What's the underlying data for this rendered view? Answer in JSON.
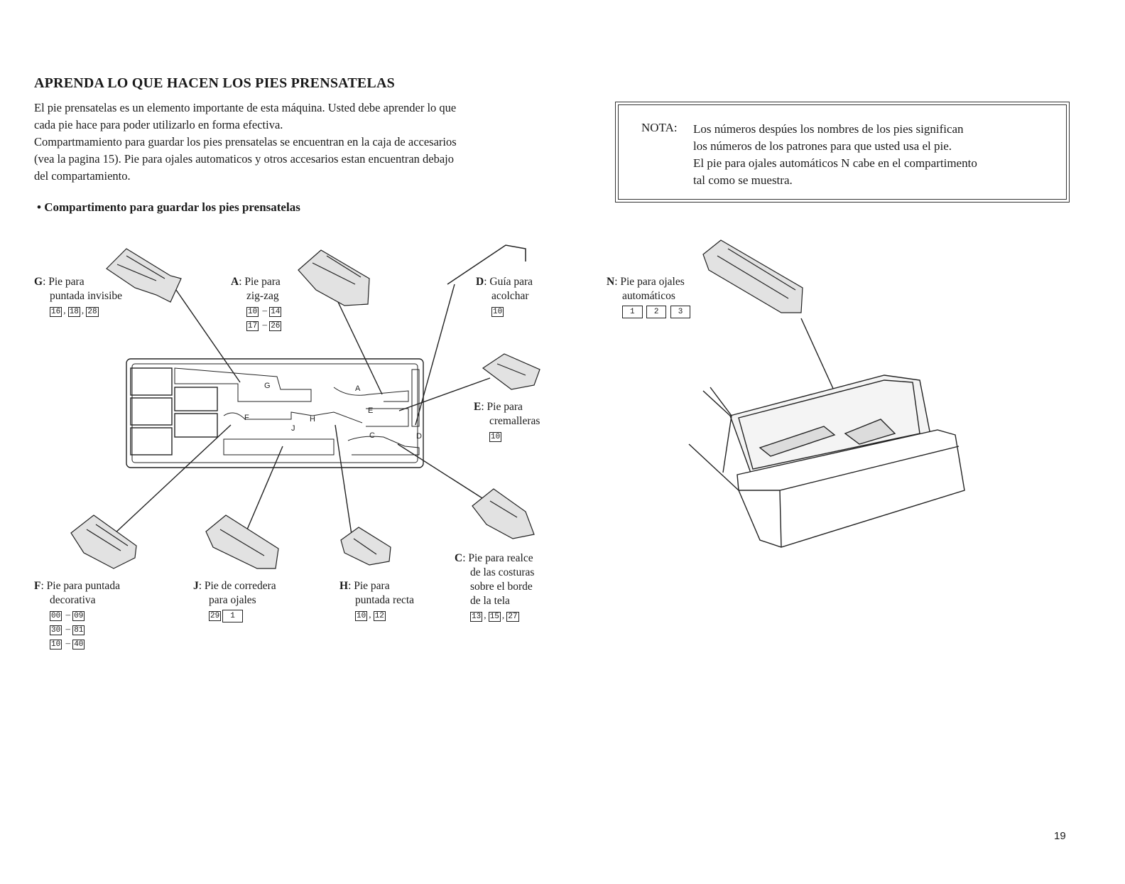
{
  "heading": "APRENDA LO QUE HACEN LOS PIES PRENSATELAS",
  "intro": {
    "line1": "El pie prensatelas es un elemento importante de esta máquina. Usted debe aprender lo que",
    "line2": "cada pie hace para poder utilizarlo en forma efectiva.",
    "line3": "Compartmamiento para guardar los pies prensatelas se encuentran en la caja de accesarios",
    "line4": "(vea la pagina 15). Pie para ojales automaticos y otros accesarios estan encuentran debajo",
    "line5": "del compartamiento."
  },
  "bullet": "• Compartimento para guardar los pies prensatelas",
  "note": {
    "label": "NOTA:",
    "line1": "Los números despúes los nombres  de  los  pies  significan",
    "line2": "los números de los patrones para que usted usa el pie.",
    "line3": "El pie para ojales automáticos N cabe en el compartimento",
    "line4": "tal como se muestra."
  },
  "feet": {
    "G": {
      "letter": "G",
      "l1": ": Pie para",
      "l2": "puntada invisibe",
      "n1": "16",
      "n2": "18",
      "n3": "28"
    },
    "A": {
      "letter": "A",
      "l1": ": Pie para",
      "l2": "zig-zag",
      "r1a": "10",
      "r1b": "14",
      "r2a": "17",
      "r2b": "26"
    },
    "D": {
      "letter": "D",
      "l1": ": Guía para",
      "l2": "acolchar",
      "n1": "10"
    },
    "E": {
      "letter": "E",
      "l1": ": Pie para",
      "l2": "cremalleras",
      "n1": "10"
    },
    "C": {
      "letter": "C",
      "l1": ": Pie para realce",
      "l2": "de las costuras",
      "l3": "sobre el borde",
      "l4": "de la tela",
      "n1": "13",
      "n2": "15",
      "n3": "27"
    },
    "F": {
      "letter": "F",
      "l1": ": Pie para puntada",
      "l2": "decorativa",
      "r1a": "00",
      "r1b": "09",
      "r2a": "30",
      "r2b": "81",
      "r3a": "10",
      "r3b": "40"
    },
    "J": {
      "letter": "J",
      "l1": ":  Pie de corredera",
      "l2": "para ojales",
      "n1": "29",
      "n2": "1"
    },
    "H": {
      "letter": "H",
      "l1": ": Pie para",
      "l2": "puntada recta",
      "n1": "10",
      "n2": "12"
    },
    "N": {
      "letter": "N",
      "l1": ": Pie para ojales",
      "l2": "automáticos",
      "n1": "1",
      "n2": "2",
      "n3": "3"
    }
  },
  "tray_labels": {
    "G": "G",
    "A": "A",
    "E": "E",
    "F": "F",
    "H": "H",
    "J": "J",
    "C": "C",
    "D": "D"
  },
  "page_number": "19"
}
